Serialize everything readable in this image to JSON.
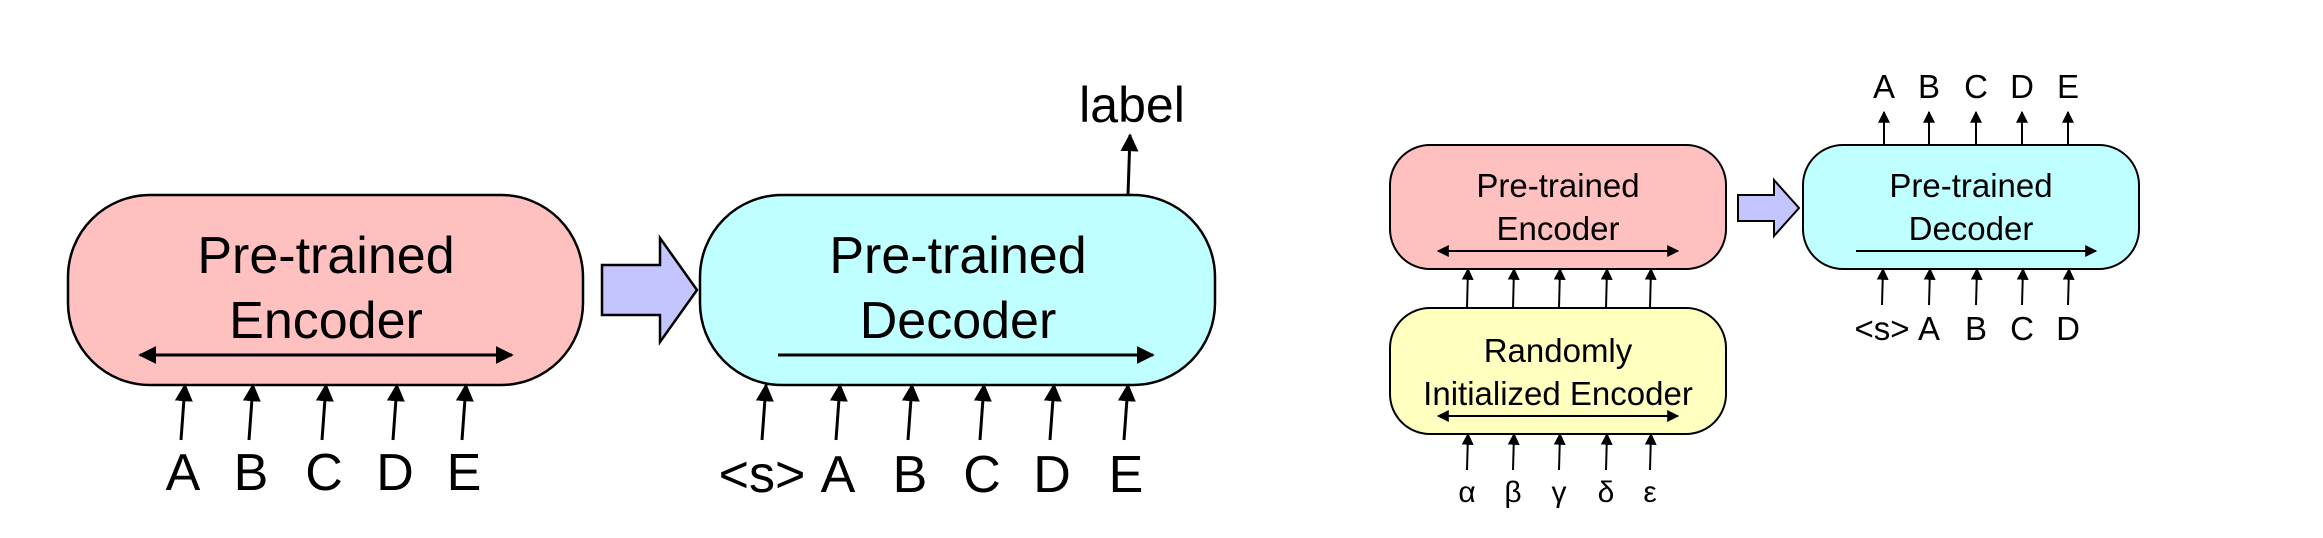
{
  "colors": {
    "encoder_fill": "#ffc0c0",
    "decoder_fill": "#c0ffff",
    "random_encoder_fill": "#ffffc0",
    "transition_arrow_fill": "#c4c4ff",
    "stroke": "#000000"
  },
  "left": {
    "encoder": {
      "line1": "Pre-trained",
      "line2": "Encoder"
    },
    "decoder": {
      "line1": "Pre-trained",
      "line2": "Decoder"
    },
    "encoder_inputs": [
      "A",
      "B",
      "C",
      "D",
      "E"
    ],
    "decoder_inputs": [
      "<s>",
      "A",
      "B",
      "C",
      "D",
      "E"
    ],
    "output": "label"
  },
  "right": {
    "encoder": {
      "line1": "Pre-trained",
      "line2": "Encoder"
    },
    "random_encoder": {
      "line1": "Randomly",
      "line2": "Initialized Encoder"
    },
    "decoder": {
      "line1": "Pre-trained",
      "line2": "Decoder"
    },
    "random_inputs": [
      "α",
      "β",
      "γ",
      "δ",
      "ε"
    ],
    "decoder_inputs": [
      "<s>",
      "A",
      "B",
      "C",
      "D"
    ],
    "decoder_outputs": [
      "A",
      "B",
      "C",
      "D",
      "E"
    ]
  }
}
